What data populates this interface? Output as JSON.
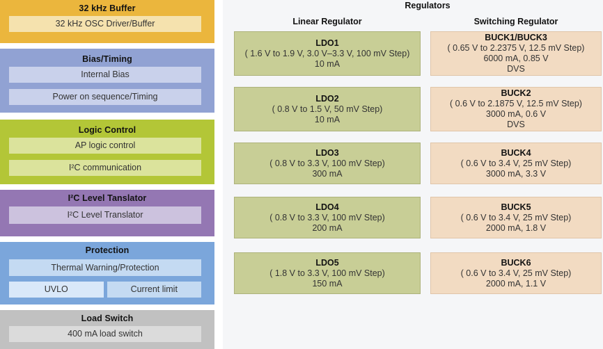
{
  "colors": {
    "panel_bg": "#f5f6f8",
    "buffer_bg": "#ebb63d",
    "buffer_item_bg": "#f5e2ae",
    "bias_bg": "#91a2d3",
    "bias_item_bg": "#c9d1eb",
    "logic_bg": "#b3c637",
    "logic_item_bg": "#dbe39c",
    "i2c_bg": "#9477b3",
    "i2c_item_bg": "#ccc2de",
    "protection_bg": "#7ba6db",
    "protection_item_bg": "#c4daf2",
    "uvlo_item_bg": "#d9e8f9",
    "load_switch_bg": "#c1c1c1",
    "load_switch_item_bg": "#dbdbdb",
    "ldo_bg": "#c8ce96",
    "buck_bg": "#f2dbc2"
  },
  "left_blocks": [
    {
      "title": "32 kHz Buffer",
      "items": [
        "32 kHz OSC Driver/Buffer"
      ]
    },
    {
      "title": "Bias/Timing",
      "items": [
        "Internal Bias",
        "Power on sequence/Timing"
      ]
    },
    {
      "title": "Logic Control",
      "items": [
        "AP logic control",
        "I²C communication"
      ]
    },
    {
      "title": "I²C Level Tanslator",
      "items": [
        "I²C Level Translator"
      ]
    },
    {
      "title": "Protection",
      "items": [
        "Thermal Warning/Protection"
      ],
      "split_items": [
        "UVLO",
        "Current limit"
      ]
    },
    {
      "title": "Load Switch",
      "items": [
        "400 mA load switch"
      ]
    }
  ],
  "regulators": {
    "title": "Regulators",
    "linear": {
      "header": "Linear Regulator",
      "items": [
        {
          "name": "LDO1",
          "range": "( 1.6 V to 1.9 V, 3.0 V–3.3 V, 100 mV Step)",
          "output": "10 mA"
        },
        {
          "name": "LDO2",
          "range": "( 0.8 V to 1.5 V, 50 mV Step)",
          "output": "10 mA"
        },
        {
          "name": "LDO3",
          "range": "( 0.8 V to 3.3 V, 100 mV Step)",
          "output": "300 mA"
        },
        {
          "name": "LDO4",
          "range": "( 0.8 V to 3.3 V, 100 mV Step)",
          "output": "200 mA"
        },
        {
          "name": "LDO5",
          "range": "( 1.8 V to 3.3 V, 100 mV Step)",
          "output": "150 mA"
        }
      ]
    },
    "switching": {
      "header": "Switching Regulator",
      "items": [
        {
          "name": "BUCK1/BUCK3",
          "range": "( 0.65 V to 2.2375 V, 12.5 mV Step)",
          "output": "6000 mA, 0.85 V",
          "feature": "DVS"
        },
        {
          "name": "BUCK2",
          "range": "( 0.6 V to 2.1875 V, 12.5 mV Step)",
          "output": "3000 mA, 0.6 V",
          "feature": "DVS"
        },
        {
          "name": "BUCK4",
          "range": "( 0.6 V to 3.4 V, 25 mV Step)",
          "output": "3000 mA, 3.3 V"
        },
        {
          "name": "BUCK5",
          "range": "( 0.6 V to 3.4 V, 25 mV Step)",
          "output": "2000 mA, 1.8 V"
        },
        {
          "name": "BUCK6",
          "range": "( 0.6 V to 3.4 V, 25 mV Step)",
          "output": "2000 mA, 1.1 V"
        }
      ]
    }
  }
}
